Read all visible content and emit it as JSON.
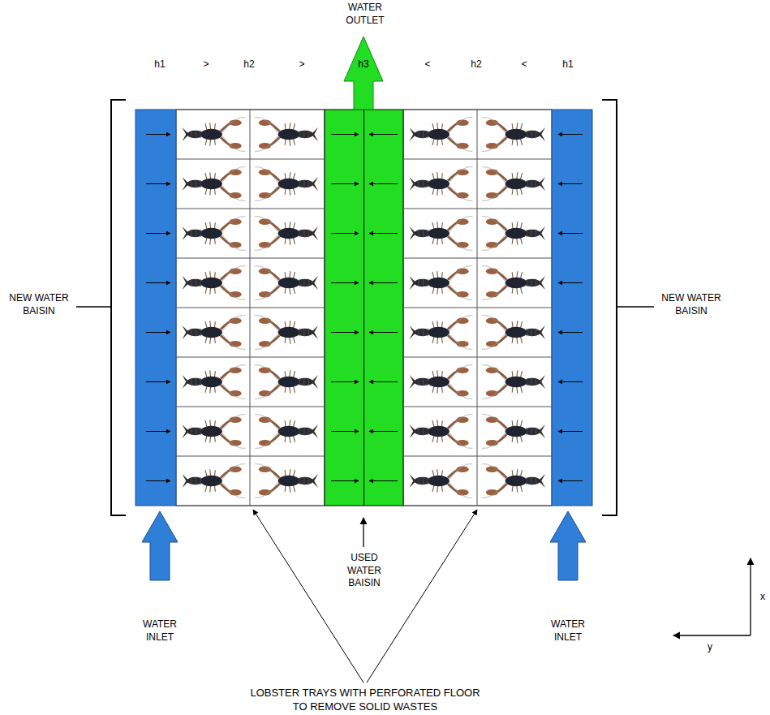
{
  "diagram": {
    "labels": [
      "WATER OUTLET",
      "h1",
      ">",
      "h2",
      ">",
      "h3",
      "<",
      "h2",
      "<",
      "h1",
      "NEW WATER BAISIN",
      "NEW WATER BAISIN",
      "WATER INLET",
      "USED WATER BAISIN",
      "WATER INLET",
      "LOBSTER TRAYS WITH PERFORATED FLOOR TO REMOVE SOLID WASTES",
      "x",
      "y"
    ]
  }
}
